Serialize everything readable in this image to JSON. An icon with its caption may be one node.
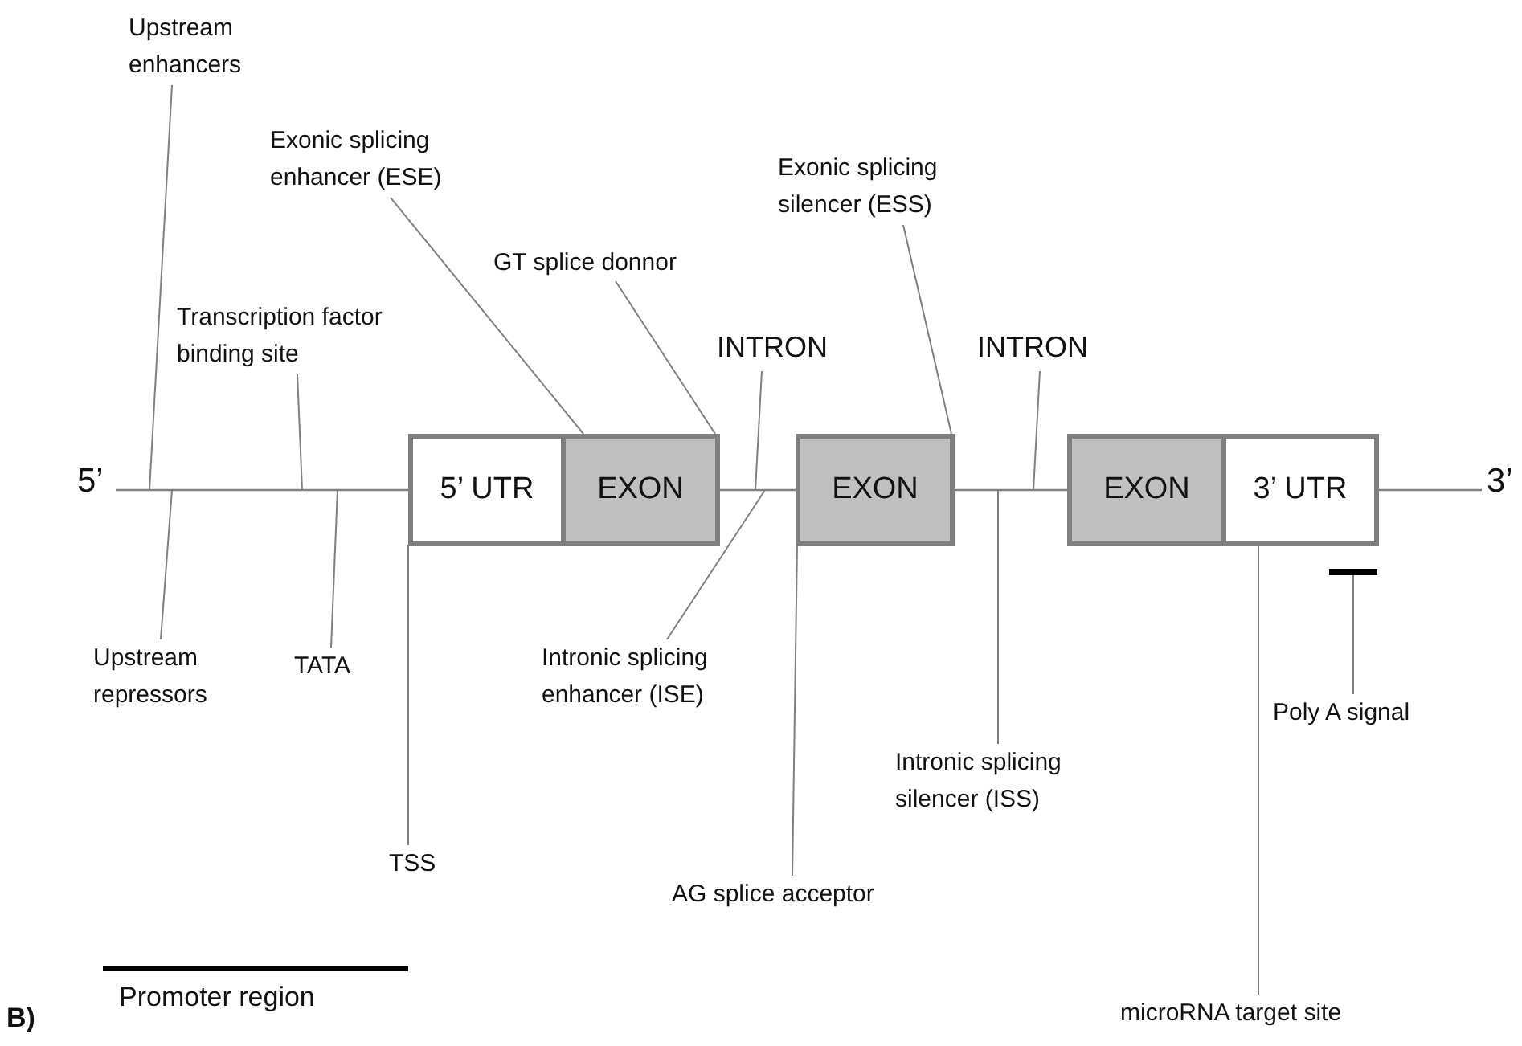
{
  "diagram": {
    "nodes": [
      {
        "text": [
          "Upstream enhancers"
        ]
      },
      {
        "text": [
          "Exonic splicing enhancer (ESE)"
        ]
      },
      {
        "text": [
          "Exonic splicing silencer (ESS)"
        ]
      },
      {
        "text": [
          "GT splice donnor"
        ]
      },
      {
        "text": [
          "Transcription factor binding site"
        ]
      },
      {
        "text": [
          "INTRON"
        ]
      },
      {
        "text": [
          "INTRON"
        ]
      },
      {
        "text": [
          "5’ UTR"
        ]
      },
      {
        "text": [
          "EXON"
        ]
      },
      {
        "text": [
          "EXON"
        ]
      },
      {
        "text": [
          "EXON"
        ]
      },
      {
        "text": [
          "3’ UTR"
        ]
      },
      {
        "text": [],
        "shape": "bar"
      },
      {
        "text": [
          "Upstream repressors"
        ]
      },
      {
        "text": [
          "TATA"
        ]
      },
      {
        "text": [
          "Intronic splicing enhancer (ISE)"
        ]
      },
      {
        "text": [
          "Poly A signal"
        ]
      },
      {
        "text": [
          "Intronic splicing silencer (ISS)"
        ]
      },
      {
        "text": [
          "TSS"
        ]
      },
      {
        "text": [
          "AG splice acceptor"
        ]
      },
      {
        "text": [
          "microRNA target site"
        ]
      }
    ],
    "edges": [
      {
        "from": 0,
        "to": null,
        "arrow": "none"
      },
      {
        "from": 1,
        "to": 8,
        "arrow": "none"
      },
      {
        "from": 2,
        "to": 9,
        "arrow": "none"
      },
      {
        "from": 3,
        "to": 8,
        "arrow": "none"
      },
      {
        "from": 4,
        "to": null,
        "arrow": "none"
      },
      {
        "from": 5,
        "to": null,
        "arrow": "none"
      },
      {
        "from": 6,
        "to": null,
        "arrow": "none"
      },
      {
        "from": 13,
        "to": null,
        "arrow": "none"
      },
      {
        "from": 14,
        "to": null,
        "arrow": "none"
      },
      {
        "from": 15,
        "to": null,
        "arrow": "none"
      },
      {
        "from": 16,
        "to": 12,
        "arrow": "none"
      },
      {
        "from": 17,
        "to": null,
        "arrow": "none"
      },
      {
        "from": 18,
        "to": 7,
        "arrow": "none"
      },
      {
        "from": 19,
        "to": 9,
        "arrow": "none"
      },
      {
        "from": 20,
        "to": 11,
        "arrow": "none"
      }
    ],
    "labels": [
      "5’",
      "3’",
      "Promoter region",
      "B)"
    ]
  }
}
